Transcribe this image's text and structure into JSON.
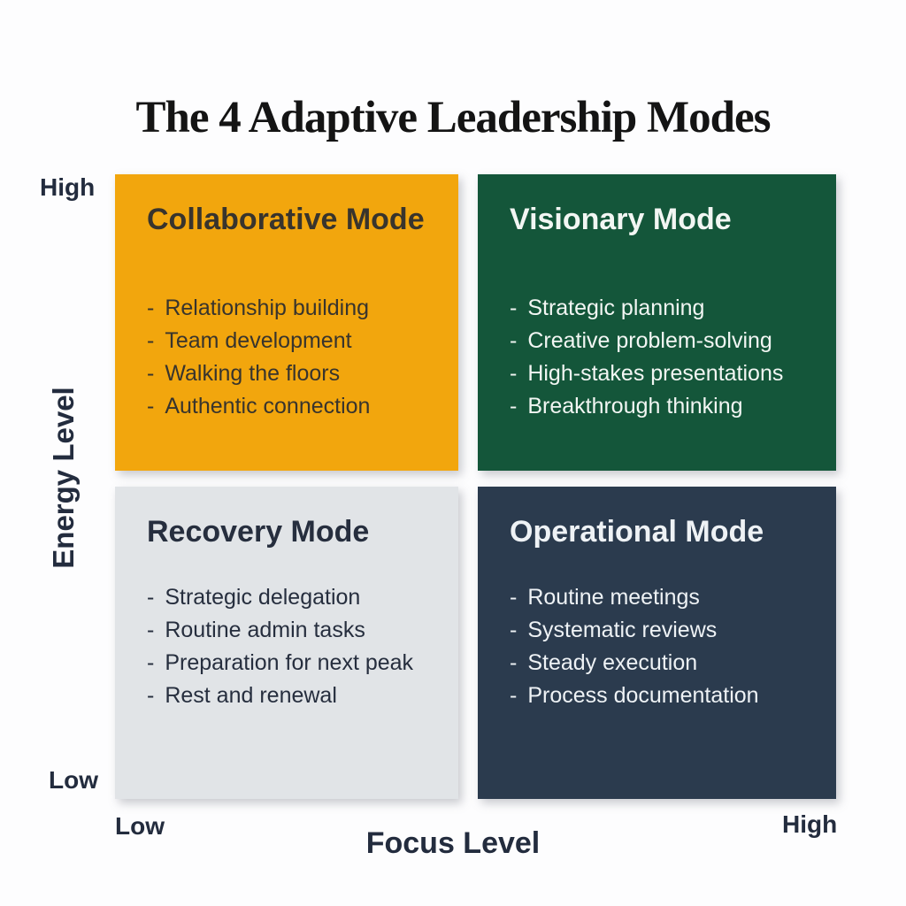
{
  "title": "The 4 Adaptive Leadership Modes",
  "list_marker": "-",
  "colors": {
    "background": "#fdfdfe",
    "axis_text": "#232c3e",
    "collaborative_bg": "#f2a60d",
    "collaborative_text": "#38342d",
    "visionary_bg": "#14563a",
    "visionary_text": "#f2f6f3",
    "recovery_bg": "#e1e4e7",
    "recovery_text": "#262e3e",
    "operational_bg": "#2b3b4e",
    "operational_text": "#eef2f5"
  },
  "y_axis": {
    "label": "Energy Level",
    "top": "High",
    "bottom": "Low"
  },
  "x_axis": {
    "label": "Focus Level",
    "left": "Low",
    "right": "High"
  },
  "quadrants": [
    {
      "name": "Collaborative Mode",
      "items": [
        "Relationship building",
        "Team development",
        "Walking the floors",
        "Authentic connection"
      ]
    },
    {
      "name": "Visionary Mode",
      "items": [
        "Strategic planning",
        "Creative problem-solving",
        "High-stakes presentations",
        "Breakthrough thinking"
      ]
    },
    {
      "name": "Recovery Mode",
      "items": [
        "Strategic delegation",
        "Routine admin tasks",
        "Preparation for next peak",
        "Rest and renewal"
      ]
    },
    {
      "name": "Operational Mode",
      "items": [
        "Routine meetings",
        "Systematic reviews",
        "Steady execution",
        "Process documentation"
      ]
    }
  ]
}
